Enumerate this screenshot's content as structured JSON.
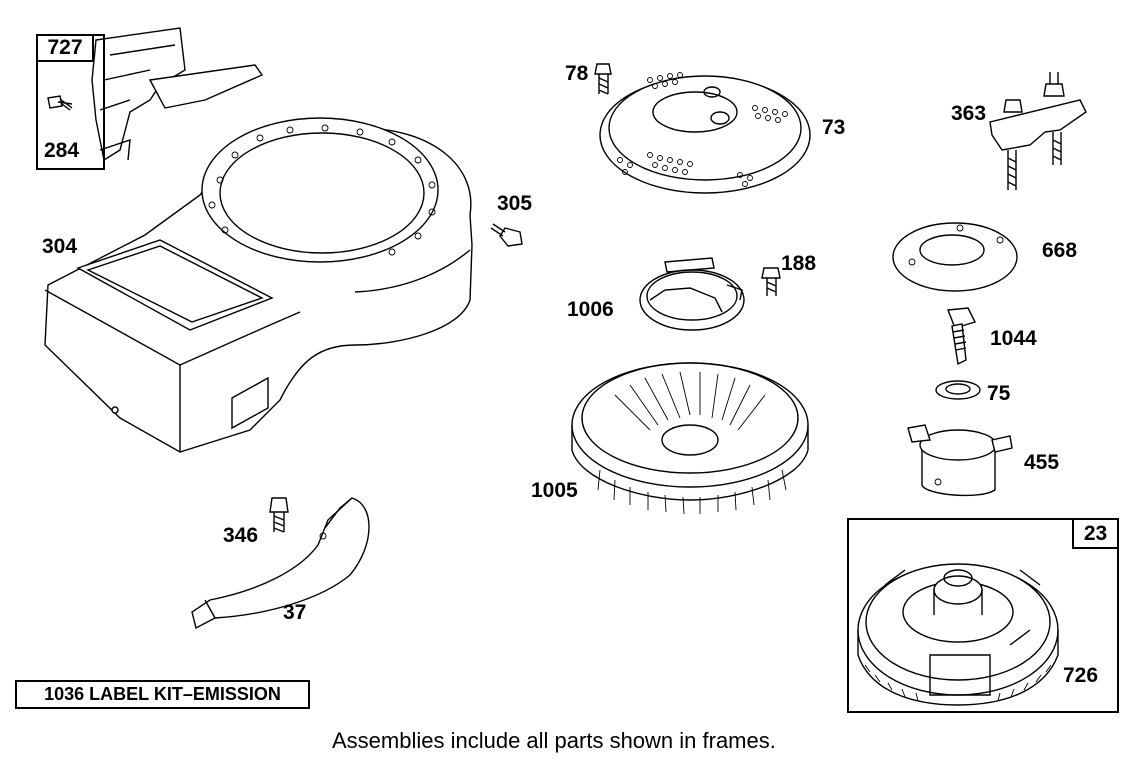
{
  "parts": {
    "p727": "727",
    "p284": "284",
    "p304": "304",
    "p305": "305",
    "p346": "346",
    "p37": "37",
    "p78": "78",
    "p73": "73",
    "p1006": "1006",
    "p188": "188",
    "p1005": "1005",
    "p363": "363",
    "p668": "668",
    "p1044": "1044",
    "p75": "75",
    "p455": "455",
    "p23": "23",
    "p726": "726"
  },
  "label_kit": "1036 LABEL KIT–EMISSION",
  "footer_note": "Assemblies include all parts shown in frames."
}
